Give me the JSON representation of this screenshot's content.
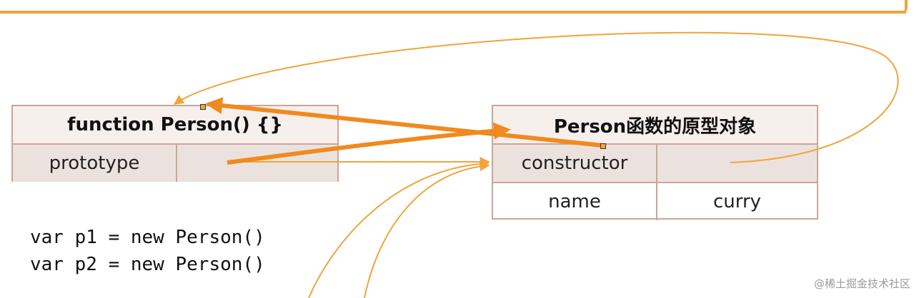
{
  "function_box": {
    "title": "function Person() {}",
    "rows": [
      {
        "key": "prototype",
        "value": ""
      }
    ]
  },
  "prototype_box": {
    "title": "Person函数的原型对象",
    "rows": [
      {
        "key": "constructor",
        "value": ""
      },
      {
        "key": "name",
        "value": "curry"
      }
    ]
  },
  "code": {
    "lines": [
      "var p1 = new Person()",
      "var p2 = new Person()"
    ]
  },
  "watermark": "@稀土掘金技术社区",
  "colors": {
    "accent": "#f0a43a",
    "arrow_strong": "#f08a1e",
    "box_border": "#c9a69a",
    "header_fill": "#f7efeb",
    "cell_fill": "#ece2dd"
  }
}
